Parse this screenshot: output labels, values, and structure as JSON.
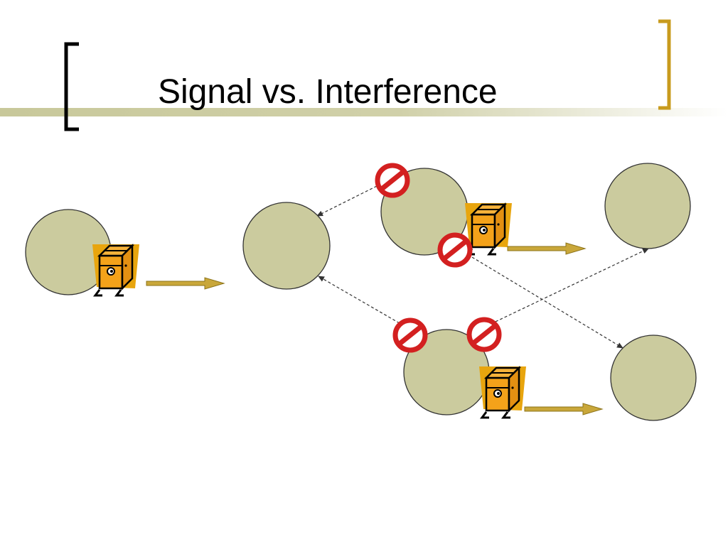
{
  "slide": {
    "title": "Signal vs. Interference"
  },
  "colors": {
    "node_fill": "#CBCB9E",
    "node_stroke": "#333333",
    "arrow_fill": "#C9A73A",
    "arrow_stroke": "#8C7318",
    "bracket_left": "#000000",
    "bracket_right": "#C89B1E",
    "title_band": "#C8C89A",
    "no_sign": "#D32020",
    "package": "#F4A21A",
    "package_shadow": "#E8A50E"
  },
  "diagram": {
    "nodes": [
      "node-a",
      "node-b",
      "node-c",
      "node-d",
      "node-e",
      "node-f"
    ],
    "icons": [
      "package-icon",
      "no-entry-icon",
      "arrow-icon"
    ]
  }
}
